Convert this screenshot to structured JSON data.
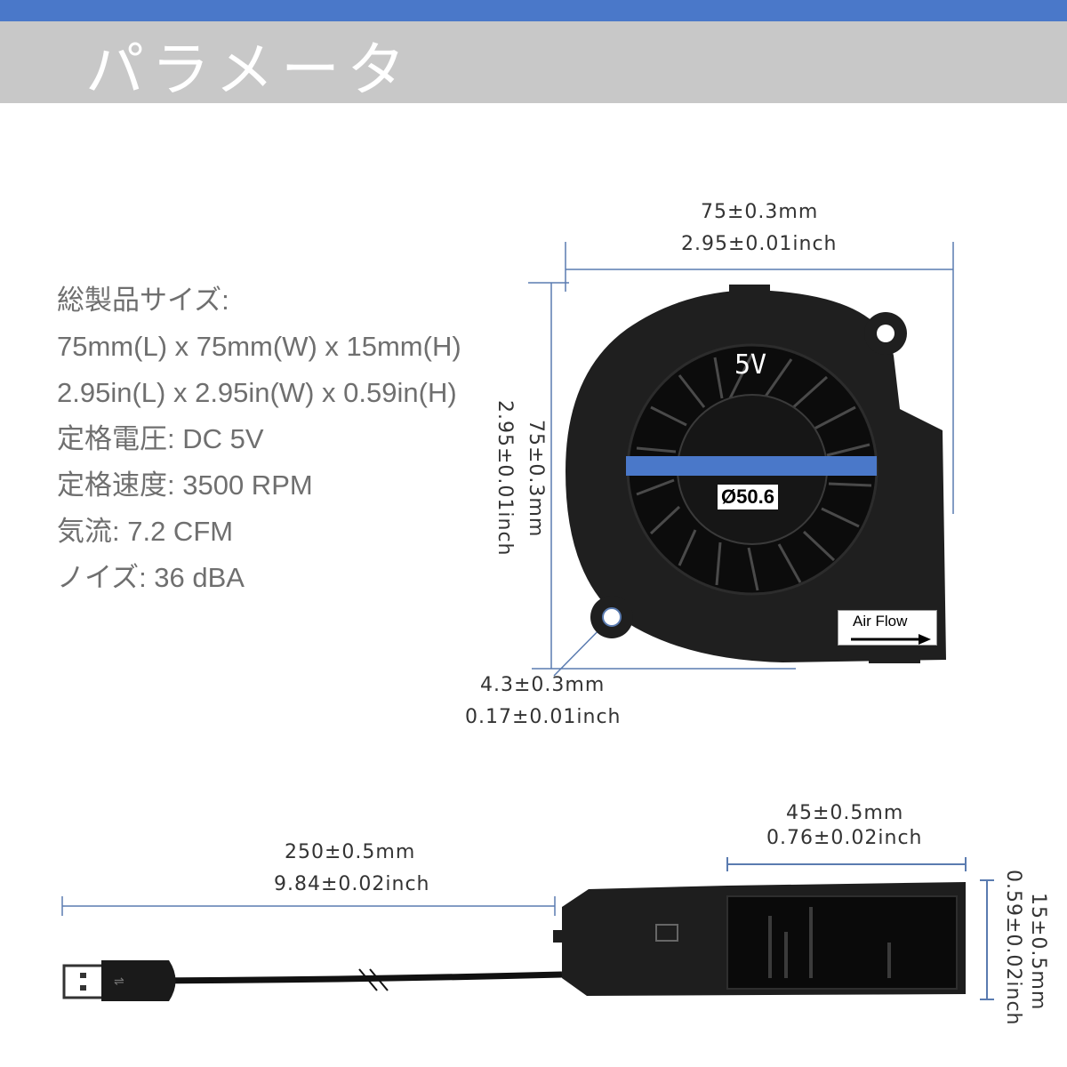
{
  "colors": {
    "accent": "#4a78c9",
    "header_bg": "#c8c8c8",
    "dim_line": "#5a7bb0",
    "spec_text": "#6f6f6f"
  },
  "header": {
    "title": "パラメータ"
  },
  "specs": [
    "総製品サイズ:",
    "75mm(L) x 75mm(W) x 15mm(H)",
    "2.95in(L) x 2.95in(W) x 0.59in(H)",
    "定格電圧: DC 5V",
    "定格速度: 3500 RPM",
    "気流: 7.2 CFM",
    "ノイズ: 36 dBA"
  ],
  "dims": {
    "width_mm": "75±0.3mm",
    "width_in": "2.95±0.01inch",
    "height_mm": "75±0.3mm",
    "height_in": "2.95±0.01inch",
    "hole_mm": "4.3±0.3mm",
    "hole_in": "0.17±0.01inch",
    "diameter": "Ø50.6",
    "cable_mm": "250±0.5mm",
    "cable_in": "9.84±0.02inch",
    "outlet_mm": "45±0.5mm",
    "outlet_in": "0.76±0.02inch",
    "thick_mm": "15±0.5mm",
    "thick_in": "0.59±0.02inch"
  },
  "airflow_label": "Air Flow",
  "icons": [
    "fan-illustration",
    "usb-plug-icon",
    "airflow-arrow-icon"
  ]
}
